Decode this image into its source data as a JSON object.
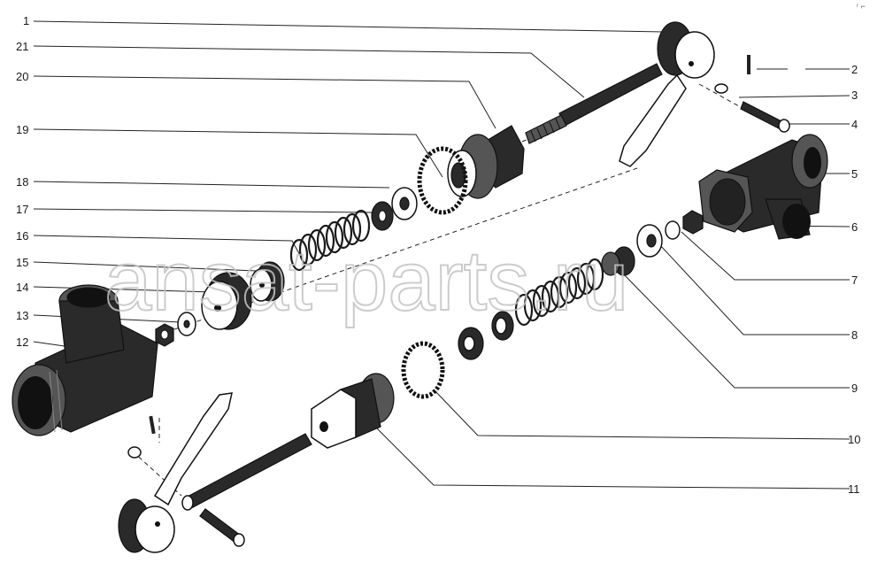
{
  "diagram": {
    "callouts": [
      "1",
      "2",
      "3",
      "4",
      "5",
      "6",
      "7",
      "8",
      "9",
      "10",
      "11",
      "12",
      "13",
      "14",
      "15",
      "16",
      "17",
      "18",
      "19",
      "20",
      "21"
    ],
    "watermark": "ansat-parts.ru",
    "corner_mark": "ʳ ⌐"
  }
}
